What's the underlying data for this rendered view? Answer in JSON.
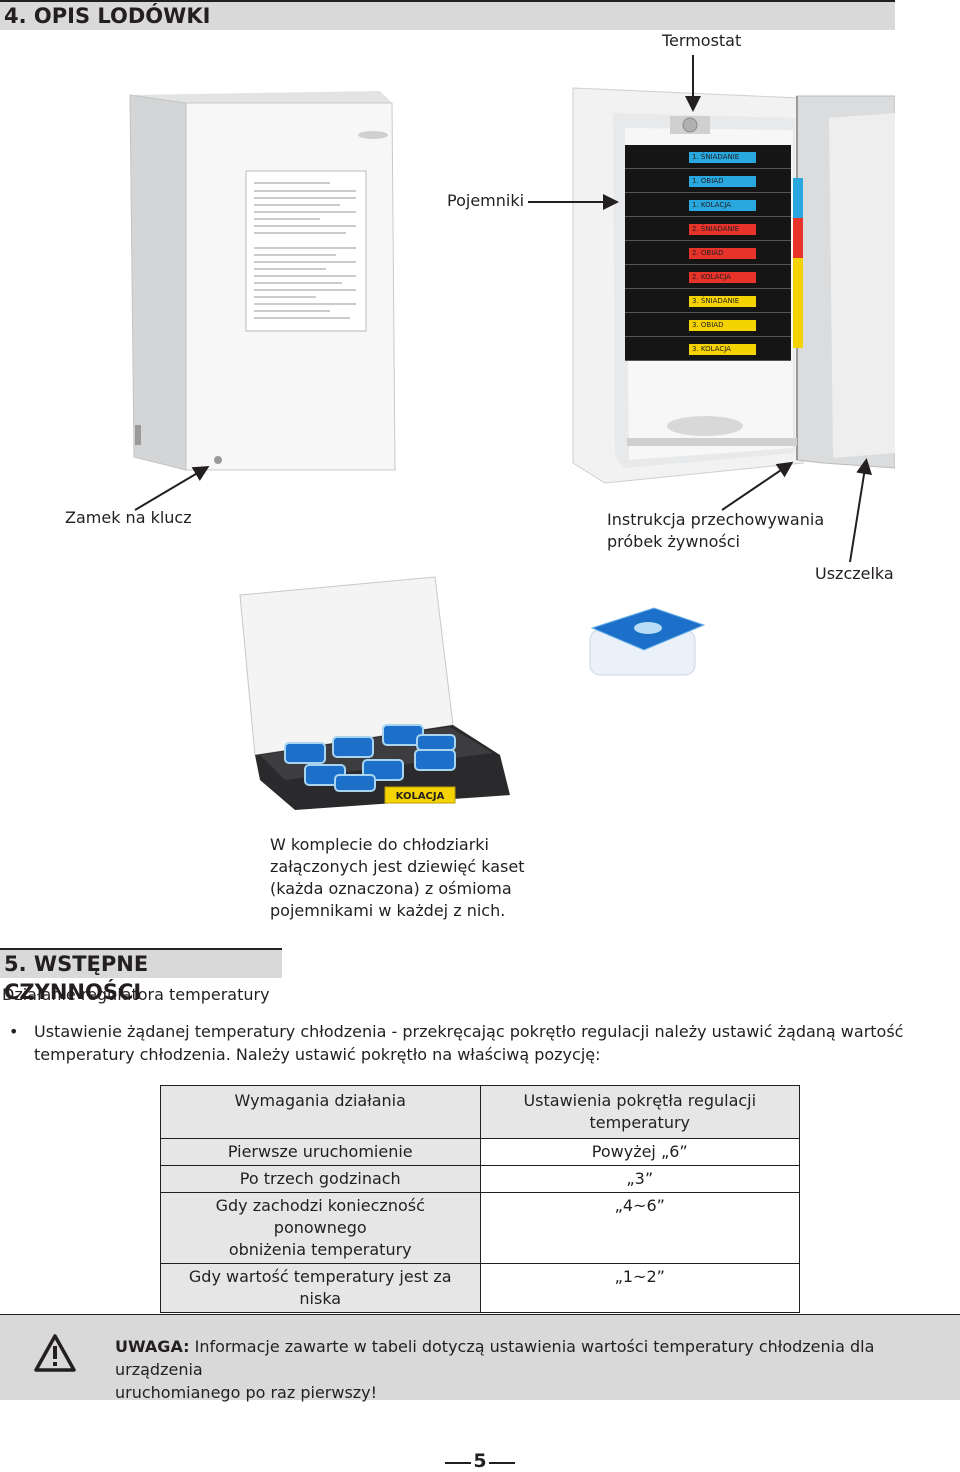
{
  "section4": {
    "title": "4. OPIS LODÓWKI"
  },
  "callouts": {
    "termostat": "Termostat",
    "pojemniki": "Pojemniki",
    "zamek": "Zamek na klucz",
    "instrukcja_line1": "Instrukcja przechowywania",
    "instrukcja_line2": "próbek żywności",
    "uszczelka": "Uszczelka"
  },
  "fridge_labels": [
    "1. ŚNIADANIE",
    "1. OBIAD",
    "1. KOLACJA",
    "2. ŚNIADANIE",
    "2. OBIAD",
    "2. KOLACJA",
    "3. ŚNIADANIE",
    "3. OBIAD",
    "3. KOLACJA"
  ],
  "case_label": "KOLACJA",
  "kit_text": {
    "line1": "W komplecie do chłodziarki",
    "line2": "załączonych jest dziewięć kaset",
    "line3": "(każda oznaczona) z ośmioma",
    "line4": "pojemnikami w każdej z nich."
  },
  "section5": {
    "title": "5. WSTĘPNE CZYNNOŚCI",
    "subtitle": "Działanie regulatora temperatury",
    "bullet_line1": "Ustawienie żądanej temperatury chłodzenia - przekręcając pokrętło regulacji należy ustawić żądaną wartość",
    "bullet_line2": "temperatury chłodzenia. Należy ustawić pokrętło na właściwą pozycję:"
  },
  "table": {
    "header_col1": "Wymagania działania",
    "header_col2_line1": "Ustawienia pokrętła regulacji",
    "header_col2_line2": "temperatury",
    "rows": [
      {
        "req": "Pierwsze uruchomienie",
        "req2": "",
        "set": "Powyżej „6”"
      },
      {
        "req": "Po trzech godzinach",
        "req2": "",
        "set": "„3”"
      },
      {
        "req": "Gdy zachodzi konieczność ponownego",
        "req2": "obniżenia temperatury",
        "set": "„4~6”"
      },
      {
        "req": "Gdy wartość temperatury jest za niska",
        "req2": "",
        "set": "„1~2”"
      }
    ]
  },
  "warning": {
    "icon": "warning-triangle-icon",
    "label": "UWAGA:",
    "text_line1": " Informacje zawarte w tabeli dotyczą ustawienia wartości temperatury chłodzenia dla urządzenia",
    "text_line2": "uruchomianego po raz pierwszy!"
  },
  "page_number": "5",
  "colors": {
    "heading_bg": "#d9d9d9",
    "table_header_bg": "#e6e6e7",
    "label_blue": "#29a8e0",
    "label_red": "#e8332a",
    "label_yellow": "#f4d300",
    "container_blue": "#1d70c9"
  }
}
